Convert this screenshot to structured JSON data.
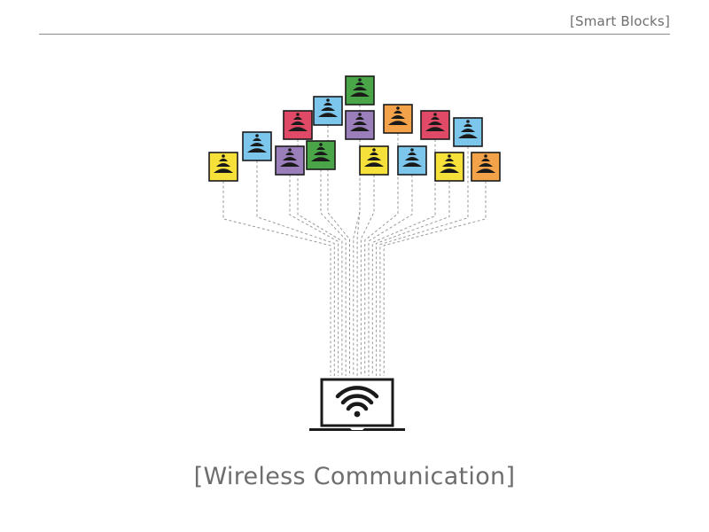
{
  "header": {
    "label": "[Smart Blocks]"
  },
  "caption": {
    "text": "[Wireless Communication]"
  },
  "colors": {
    "yellow": "#f5e13a",
    "blue": "#7cc6ec",
    "purple": "#9b7fbb",
    "red": "#e14a67",
    "green": "#4aa548",
    "orange": "#f4a24a",
    "line": "#9a9a9a",
    "icon": "#1a1a1a"
  },
  "blocks": [
    {
      "color": "yellow"
    },
    {
      "color": "blue"
    },
    {
      "color": "purple"
    },
    {
      "color": "red"
    },
    {
      "color": "blue"
    },
    {
      "color": "green"
    },
    {
      "color": "green"
    },
    {
      "color": "purple"
    },
    {
      "color": "yellow"
    },
    {
      "color": "orange"
    },
    {
      "color": "blue"
    },
    {
      "color": "red"
    },
    {
      "color": "yellow"
    },
    {
      "color": "blue"
    },
    {
      "color": "orange"
    }
  ],
  "laptop": {
    "icon": "wifi-icon"
  }
}
